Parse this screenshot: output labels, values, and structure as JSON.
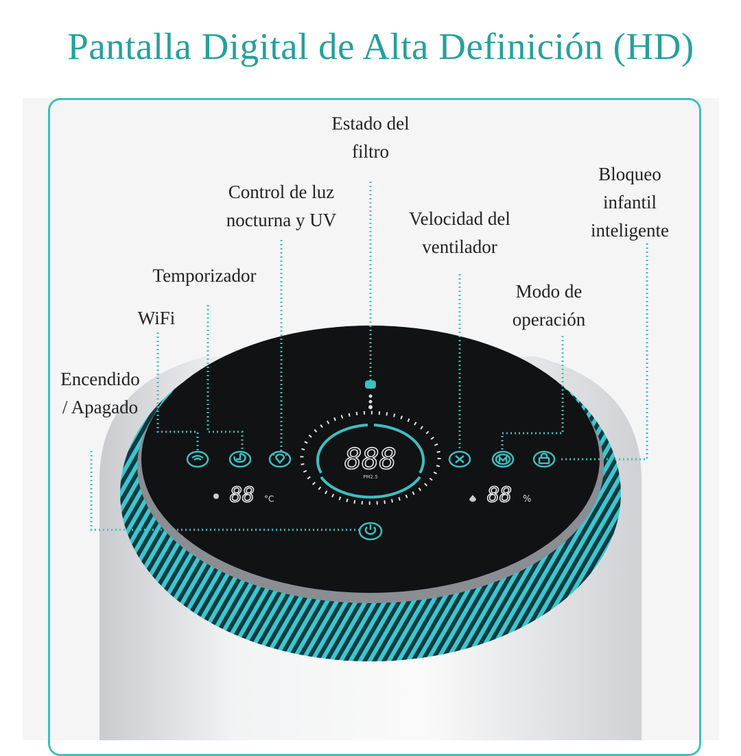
{
  "title": "Pantalla Digital de Alta Definición (HD)",
  "labels": {
    "filter_status": [
      "Estado del",
      "filtro"
    ],
    "night_light_uv": [
      "Control de luz",
      "nocturna y UV"
    ],
    "fan_speed": [
      "Velocidad del",
      "ventilador"
    ],
    "child_lock": [
      "Bloqueo",
      "infantil",
      "inteligente"
    ],
    "timer": [
      "Temporizador"
    ],
    "operation_mode": [
      "Modo de",
      "operación"
    ],
    "wifi": [
      "WiFi"
    ],
    "power": [
      "Encendido",
      "/ Apagado"
    ]
  },
  "display": {
    "main_readout": "888",
    "main_unit": "PM2.5",
    "temperature": "88",
    "temperature_unit": "°C",
    "humidity": "88",
    "humidity_unit": "%"
  },
  "colors": {
    "accent": "#3dbfc0",
    "title": "#26a09c",
    "screen": "#111214"
  }
}
